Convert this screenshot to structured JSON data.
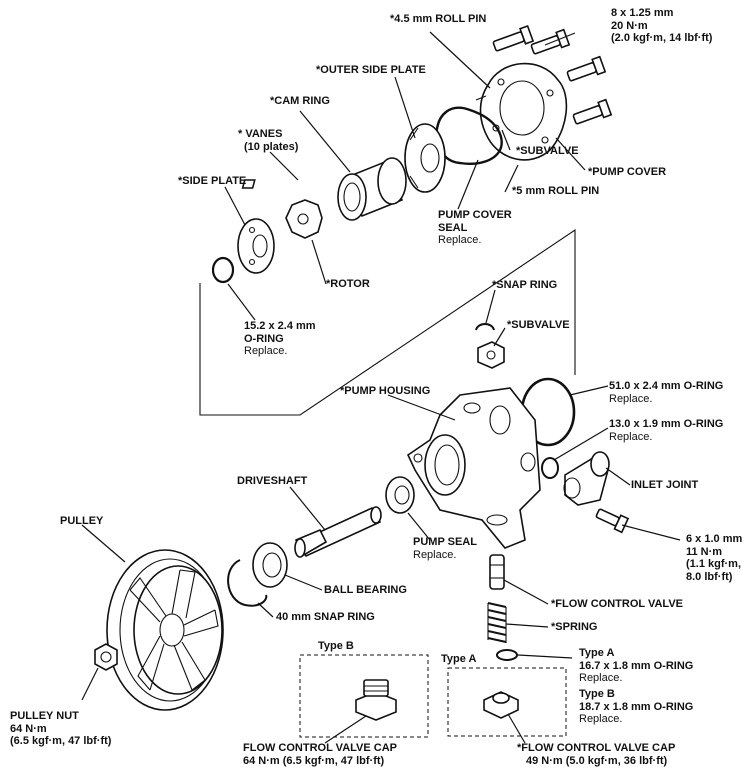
{
  "labels": {
    "roll_pin_45": "*4.5 mm ROLL PIN",
    "bolt_8": {
      "l1": "8 x 1.25 mm",
      "l2": "20 N·m",
      "l3": "(2.0 kgf·m, 14 lbf·ft)"
    },
    "outer_side_plate": "*OUTER SIDE PLATE",
    "cam_ring": "*CAM RING",
    "vanes": {
      "l1": "* VANES",
      "l2": "(10 plates)"
    },
    "side_plate": "*SIDE PLATE",
    "subvalve_upper": "*SUBVALVE",
    "pump_cover": "*PUMP COVER",
    "roll_pin_5": "*5 mm ROLL PIN",
    "pump_cover_seal": {
      "l1": "PUMP COVER",
      "l2": "SEAL",
      "l3": "Replace."
    },
    "rotor": "*ROTOR",
    "snap_ring": "*SNAP RING",
    "subvalve": "*SUBVALVE",
    "oring_152": {
      "l1": "15.2 x 2.4 mm",
      "l2": "O-RING",
      "l3": "Replace."
    },
    "pump_housing": "*PUMP HOUSING",
    "oring_510": {
      "l1": "51.0 x 2.4 mm O-RING",
      "l2": "Replace."
    },
    "oring_130": {
      "l1": "13.0 x 1.9 mm O-RING",
      "l2": "Replace."
    },
    "inlet_joint": "INLET JOINT",
    "driveshaft": "DRIVESHAFT",
    "pulley": "PULLEY",
    "pump_seal": {
      "l1": "PUMP SEAL",
      "l2": "Replace."
    },
    "bolt_6": {
      "l1": "6 x 1.0 mm",
      "l2": "11 N·m",
      "l3": "(1.1 kgf·m,",
      "l4": "8.0 lbf·ft)"
    },
    "ball_bearing": "BALL BEARING",
    "snap_ring_40": "40 mm SNAP RING",
    "flow_control_valve": "*FLOW CONTROL VALVE",
    "spring": "*SPRING",
    "type_b_box": "Type B",
    "type_a_box": "Type A",
    "oring_type_a": {
      "l1": "Type A",
      "l2": "16.7 x 1.8 mm O-RING",
      "l3": "Replace."
    },
    "oring_type_b": {
      "l1": "Type B",
      "l2": "18.7 x 1.8 mm O-RING",
      "l3": "Replace."
    },
    "pulley_nut": {
      "l1": "PULLEY NUT",
      "l2": "64 N·m",
      "l3": "(6.5 kgf·m, 47 lbf·ft)"
    },
    "fcv_cap_b": {
      "l1": "FLOW CONTROL VALVE CAP",
      "l2": "64 N·m (6.5 kgf·m, 47 lbf·ft)"
    },
    "fcv_cap_a": {
      "l1": "*FLOW CONTROL VALVE CAP",
      "l2": "49 N·m (5.0 kgf·m, 36 lbf·ft)"
    }
  }
}
